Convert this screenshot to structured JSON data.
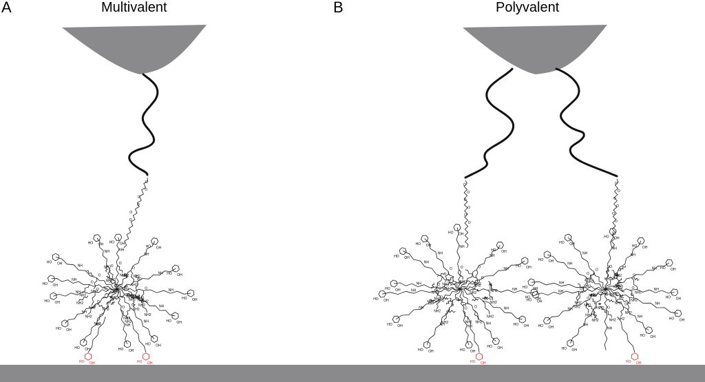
{
  "panels": [
    {
      "letter": "A",
      "title": "Multivalent",
      "tethers": 1,
      "anchors": 2
    },
    {
      "letter": "B",
      "title": "Polyvalent",
      "tethers": 2,
      "anchors": 2
    }
  ],
  "chem_labels": {
    "hydroxyl": "HO",
    "hydroxyl2": "OH",
    "amine": "NH2",
    "oxygen": "O",
    "nh": "NH"
  },
  "colors": {
    "tip": "#8a8a8c",
    "substrate": "#8a8a8c",
    "tether": "#111111",
    "molecule": "#1a1a1a",
    "anchor": "#e32626"
  }
}
